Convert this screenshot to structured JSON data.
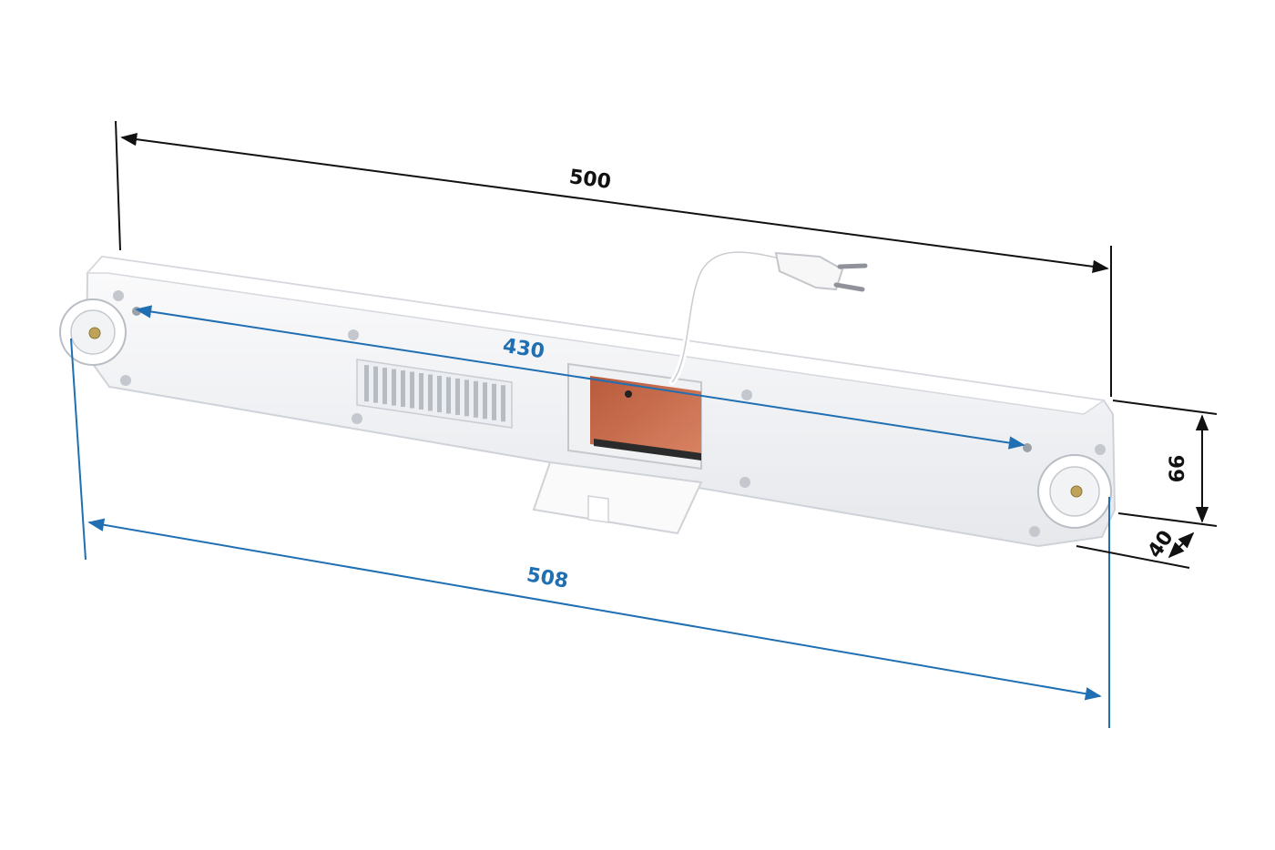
{
  "dimensions": {
    "overall_length": "500",
    "mount_spacing": "430",
    "total_width": "508",
    "height": "66",
    "depth": "40"
  },
  "colors": {
    "black_dimension": "#111111",
    "blue_dimension": "#1f6fb2",
    "housing": "#f4f5f7",
    "housing_shadow": "#d9dce1",
    "compartment": "#c8694a"
  }
}
